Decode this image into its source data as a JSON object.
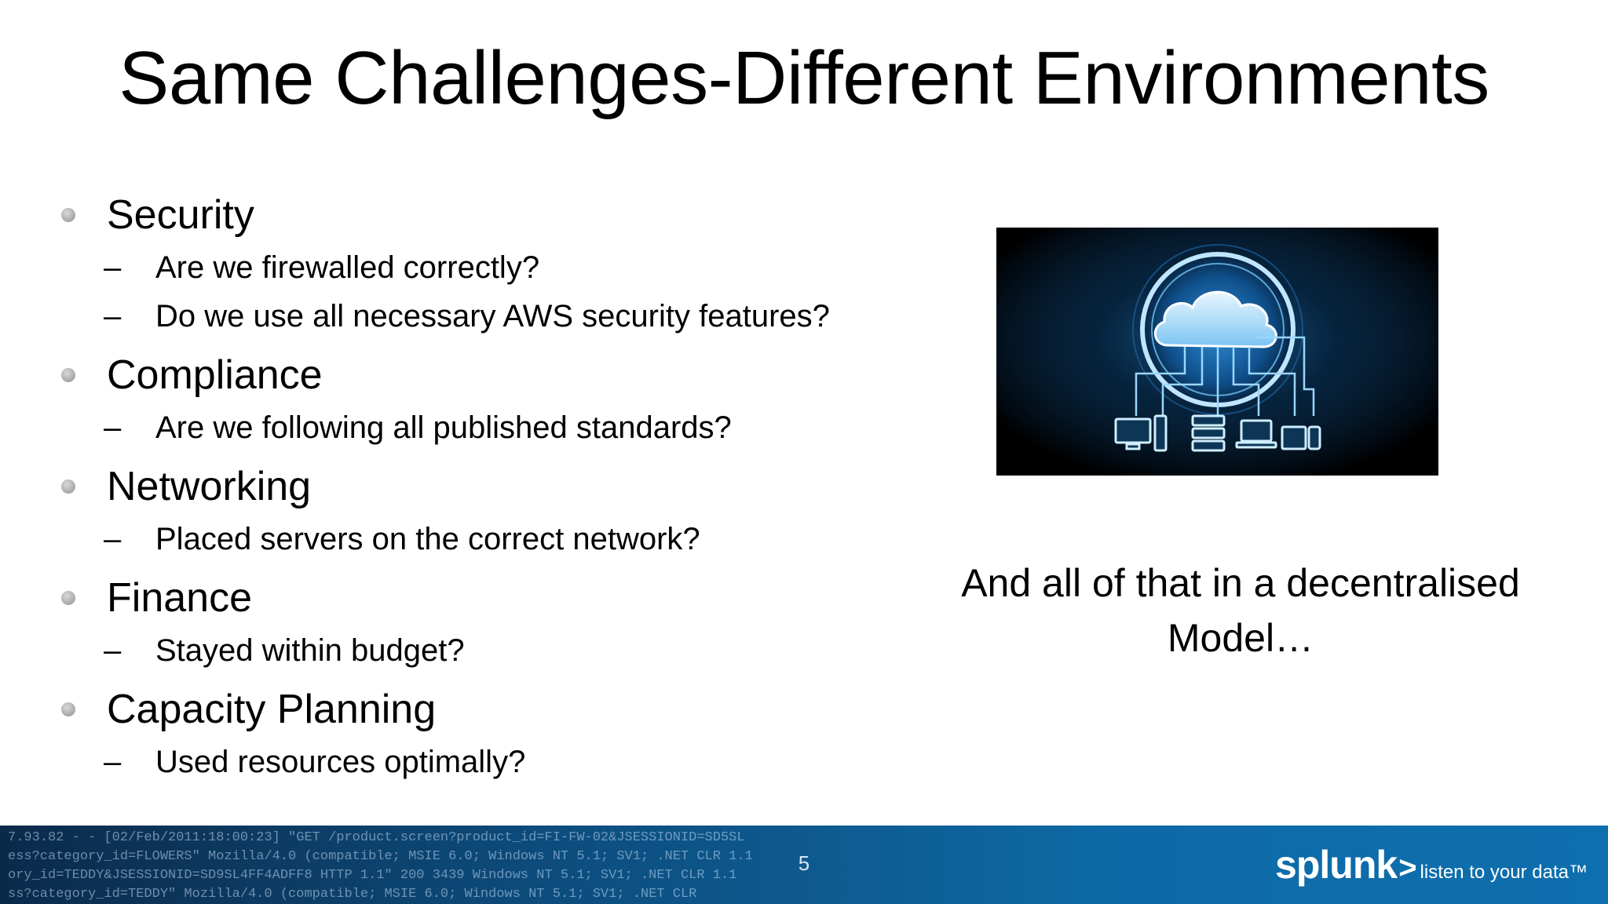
{
  "slide": {
    "title": "Same Challenges-Different Environments",
    "bullets": [
      {
        "label": "Security",
        "subitems": [
          "Are we firewalled correctly?",
          "Do we use all necessary AWS security features?"
        ]
      },
      {
        "label": "Compliance",
        "subitems": [
          "Are we following all published standards?"
        ]
      },
      {
        "label": "Networking",
        "subitems": [
          "Placed servers on the correct network?"
        ]
      },
      {
        "label": "Finance",
        "subitems": [
          "Stayed within budget?"
        ]
      },
      {
        "label": "Capacity Planning",
        "subitems": [
          "Used resources optimally?"
        ]
      }
    ],
    "side_text": {
      "line1": "And all of that in a decentralised",
      "line2": "Model…"
    },
    "image": {
      "icon": "cloud-computing-network-icon"
    },
    "dash": "–"
  },
  "footer": {
    "page_number": "5",
    "brand_logo": "splunk",
    "brand_chevron": ">",
    "brand_tagline": "listen to your data™",
    "code_lines": [
      "7.93.82 - - [02/Feb/2011:18:00:23] \"GET /product.screen?product_id=FI-FW-02&JSESSIONID=SD5SL",
      "ess?category_id=FLOWERS\" Mozilla/4.0 (compatible; MSIE 6.0; Windows NT 5.1; SV1; .NET CLR 1.1",
      "ory_id=TEDDY&JSESSIONID=SD9SL4FF4ADFF8 HTTP 1.1\" 200 3439 Windows NT 5.1; SV1; .NET CLR 1.1",
      "ss?category_id=TEDDY\" Mozilla/4.0 (compatible; MSIE 6.0; Windows NT 5.1; SV1; .NET CLR"
    ]
  },
  "colors": {
    "footer_dark": "#0b2a4a",
    "footer_light": "#0e6fae",
    "bullet_dot": "#a6a6a6",
    "image_glow": "#5fb8f0"
  }
}
